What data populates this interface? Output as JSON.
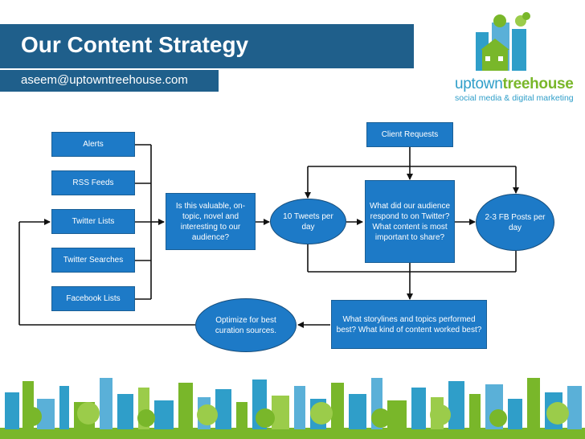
{
  "header": {
    "title": "Our Content Strategy",
    "email": "aseem@uptowntreehouse.com"
  },
  "logo": {
    "word_part1": "uptown",
    "word_part2": "treehouse",
    "tagline": "social media & digital marketing"
  },
  "diagram": {
    "sources": [
      "Alerts",
      "RSS Feeds",
      "Twitter Lists",
      "Twitter Searches",
      "Facebook Lists"
    ],
    "filter_question": "Is this valuable, on-topic, novel and interesting to our audience?",
    "tweets_per_day": "10 Tweets per day",
    "client_requests": "Client Requests",
    "audience_question": "What did our audience respond to on Twitter? What content is most important to share?",
    "fb_posts": "2-3 FB Posts per day",
    "storylines_question": "What storylines and topics performed best? What kind of content worked best?",
    "optimize": "Optimize for best curation sources."
  },
  "colors": {
    "title_bar": "#1f5f8b",
    "box_fill": "#1d7ac7",
    "city_blue": "#2f9ec9",
    "city_green": "#79b72a"
  }
}
